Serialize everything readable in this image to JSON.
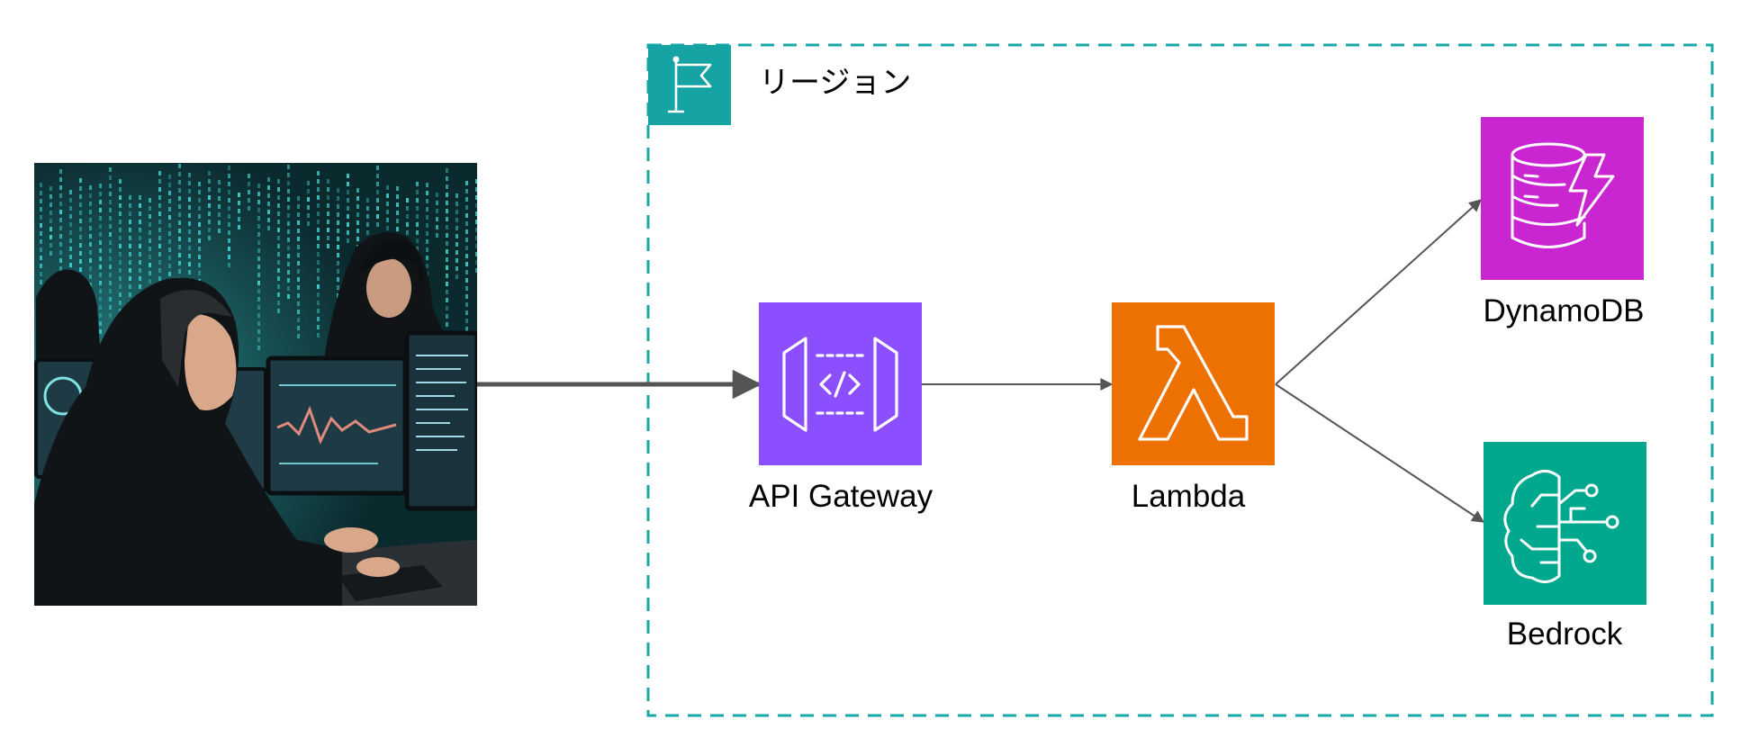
{
  "region": {
    "label": "リージョン",
    "border_color": "#18a8a8",
    "icon": "flag-icon"
  },
  "user_image": {
    "icon": "hacker-at-computer-photo",
    "colors": {
      "background": "#0b2a2e",
      "code_rain": "#3fd0d0",
      "hoodie": "#111417",
      "skin": "#d9a88a",
      "screen": "#1e3a44"
    }
  },
  "services": {
    "api_gateway": {
      "label": "API Gateway",
      "color": "#8c4fff",
      "icon": "api-gateway-icon"
    },
    "lambda": {
      "label": "Lambda",
      "color": "#ed7100",
      "icon": "lambda-icon"
    },
    "dynamodb": {
      "label": "DynamoDB",
      "color": "#c925d1",
      "icon": "dynamodb-icon"
    },
    "bedrock": {
      "label": "Bedrock",
      "color": "#01a88d",
      "icon": "bedrock-icon"
    }
  },
  "connector_color": "#555555"
}
